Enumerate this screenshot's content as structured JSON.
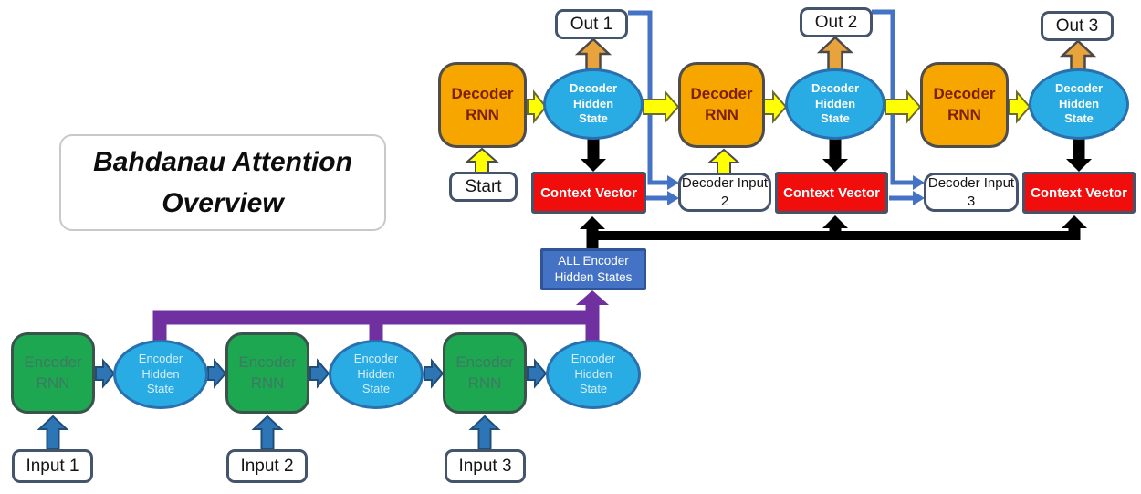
{
  "title": "Bahdanau Attention Overview",
  "colors": {
    "decoder_rnn_fill": "#F7A600",
    "decoder_rnn_text": "#7B1F00",
    "hidden_state_fill": "#29ACE3",
    "encoder_rnn_fill": "#1DA750",
    "context_vector_fill": "#F20D0D",
    "all_states_fill": "#4472C4",
    "connector_blue": "#4472C4",
    "block_arrow_blue": "#2E75B6",
    "arrow_yellow": "#FFFF00",
    "arrow_orange": "#E9A33C",
    "arrow_black": "#000000",
    "connector_purple": "#7030A0",
    "box_border": "#44546A"
  },
  "decoder": {
    "start_label": "Start",
    "units": [
      {
        "rnn_label": "Decoder RNN",
        "hidden_label": "Decoder Hidden State",
        "out_label": "Out 1",
        "context_label": "Context Vector"
      },
      {
        "rnn_label": "Decoder RNN",
        "hidden_label": "Decoder Hidden State",
        "out_label": "Out 2",
        "context_label": "Context Vector",
        "input_label": "Decoder Input 2"
      },
      {
        "rnn_label": "Decoder RNN",
        "hidden_label": "Decoder Hidden State",
        "out_label": "Out 3",
        "context_label": "Context Vector",
        "input_label": "Decoder Input 3"
      }
    ]
  },
  "attention": {
    "all_states_label": "ALL Encoder Hidden States"
  },
  "encoder": {
    "units": [
      {
        "rnn_label": "Encoder RNN",
        "hidden_label": "Encoder Hidden State",
        "input_label": "Input 1"
      },
      {
        "rnn_label": "Encoder RNN",
        "hidden_label": "Encoder Hidden State",
        "input_label": "Input 2"
      },
      {
        "rnn_label": "Encoder RNN",
        "hidden_label": "Encoder Hidden State",
        "input_label": "Input 3"
      }
    ]
  }
}
